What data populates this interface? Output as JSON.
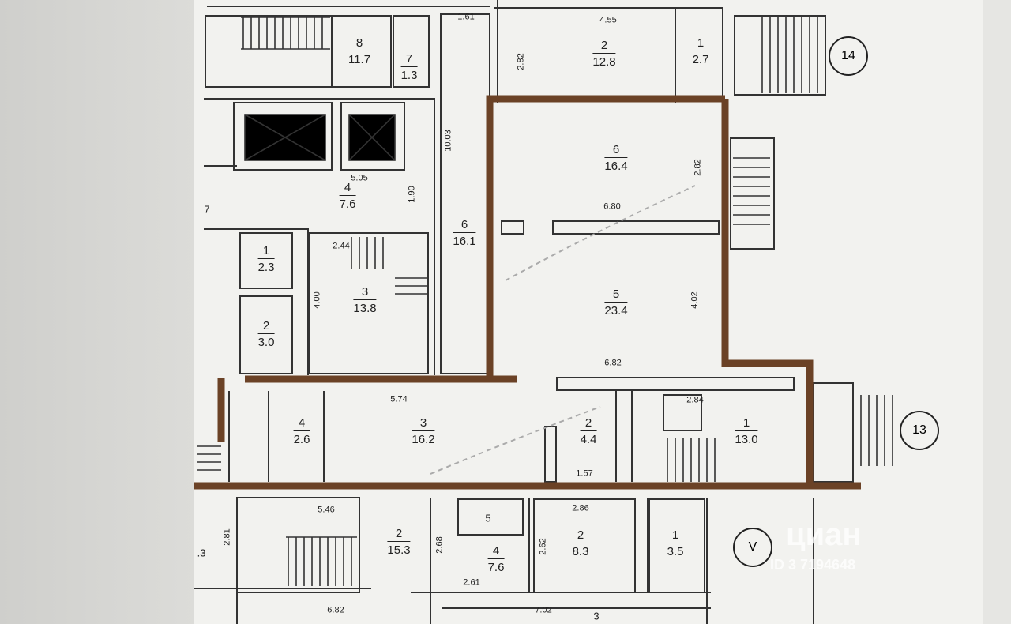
{
  "rooms": [
    {
      "id": "r8",
      "num": "8",
      "area": "11.7"
    },
    {
      "id": "r7a",
      "num": "7",
      "area": "1.3"
    },
    {
      "id": "r2top",
      "num": "2",
      "area": "12.8"
    },
    {
      "id": "r1top",
      "num": "1",
      "area": "2.7"
    },
    {
      "id": "r6a",
      "num": "6",
      "area": "16.4"
    },
    {
      "id": "r4a",
      "num": "4",
      "area": "7.6"
    },
    {
      "id": "r6b",
      "num": "6",
      "area": "16.1"
    },
    {
      "id": "r1b",
      "num": "1",
      "area": "2.3"
    },
    {
      "id": "r3a",
      "num": "3",
      "area": "13.8"
    },
    {
      "id": "r2b",
      "num": "2",
      "area": "3.0"
    },
    {
      "id": "r5a",
      "num": "5",
      "area": "23.4"
    },
    {
      "id": "r4b",
      "num": "4",
      "area": "2.6"
    },
    {
      "id": "r3b",
      "num": "3",
      "area": "16.2"
    },
    {
      "id": "r2c",
      "num": "2",
      "area": "4.4"
    },
    {
      "id": "r1c",
      "num": "1",
      "area": "13.0"
    },
    {
      "id": "r2d",
      "num": "2",
      "area": "15.3"
    },
    {
      "id": "r4c",
      "num": "4",
      "area": "7.6"
    },
    {
      "id": "r2e",
      "num": "2",
      "area": "8.3"
    },
    {
      "id": "r1d",
      "num": "1",
      "area": "3.5"
    }
  ],
  "dimensions": [
    {
      "id": "d1",
      "text": "1.61"
    },
    {
      "id": "d2",
      "text": "4.55"
    },
    {
      "id": "d3",
      "text": "5.05"
    },
    {
      "id": "d4",
      "text": "6.80"
    },
    {
      "id": "d5",
      "text": "2.44"
    },
    {
      "id": "d6",
      "text": "6.82"
    },
    {
      "id": "d7",
      "text": "5.74"
    },
    {
      "id": "d8",
      "text": "2.84"
    },
    {
      "id": "d9",
      "text": "1.57"
    },
    {
      "id": "d10",
      "text": "5.46"
    },
    {
      "id": "d11",
      "text": "2.86"
    },
    {
      "id": "d12",
      "text": "2.61"
    },
    {
      "id": "d13",
      "text": "6.82"
    },
    {
      "id": "d14",
      "text": "7.02"
    }
  ],
  "dimensions_vertical": [
    {
      "id": "v1",
      "text": "2.82"
    },
    {
      "id": "v2",
      "text": "10.03"
    },
    {
      "id": "v3",
      "text": "1.90"
    },
    {
      "id": "v4",
      "text": "2.82"
    },
    {
      "id": "v5",
      "text": "4.00"
    },
    {
      "id": "v6",
      "text": "4.02"
    },
    {
      "id": "v7",
      "text": "2.81"
    },
    {
      "id": "v8",
      "text": "2.68"
    },
    {
      "id": "v9",
      "text": "2.62"
    }
  ],
  "misc_labels": {
    "room5_small": "5",
    "edge_3": "3",
    "edge_7": "7",
    "edge_13": ".3"
  },
  "markers": {
    "m14": "14",
    "m13": "13",
    "mV": "V"
  },
  "watermark": {
    "brand": "циан",
    "id_text": "ID 3 7194648"
  },
  "colors": {
    "outline": "#6b4226",
    "ink": "#222222"
  }
}
